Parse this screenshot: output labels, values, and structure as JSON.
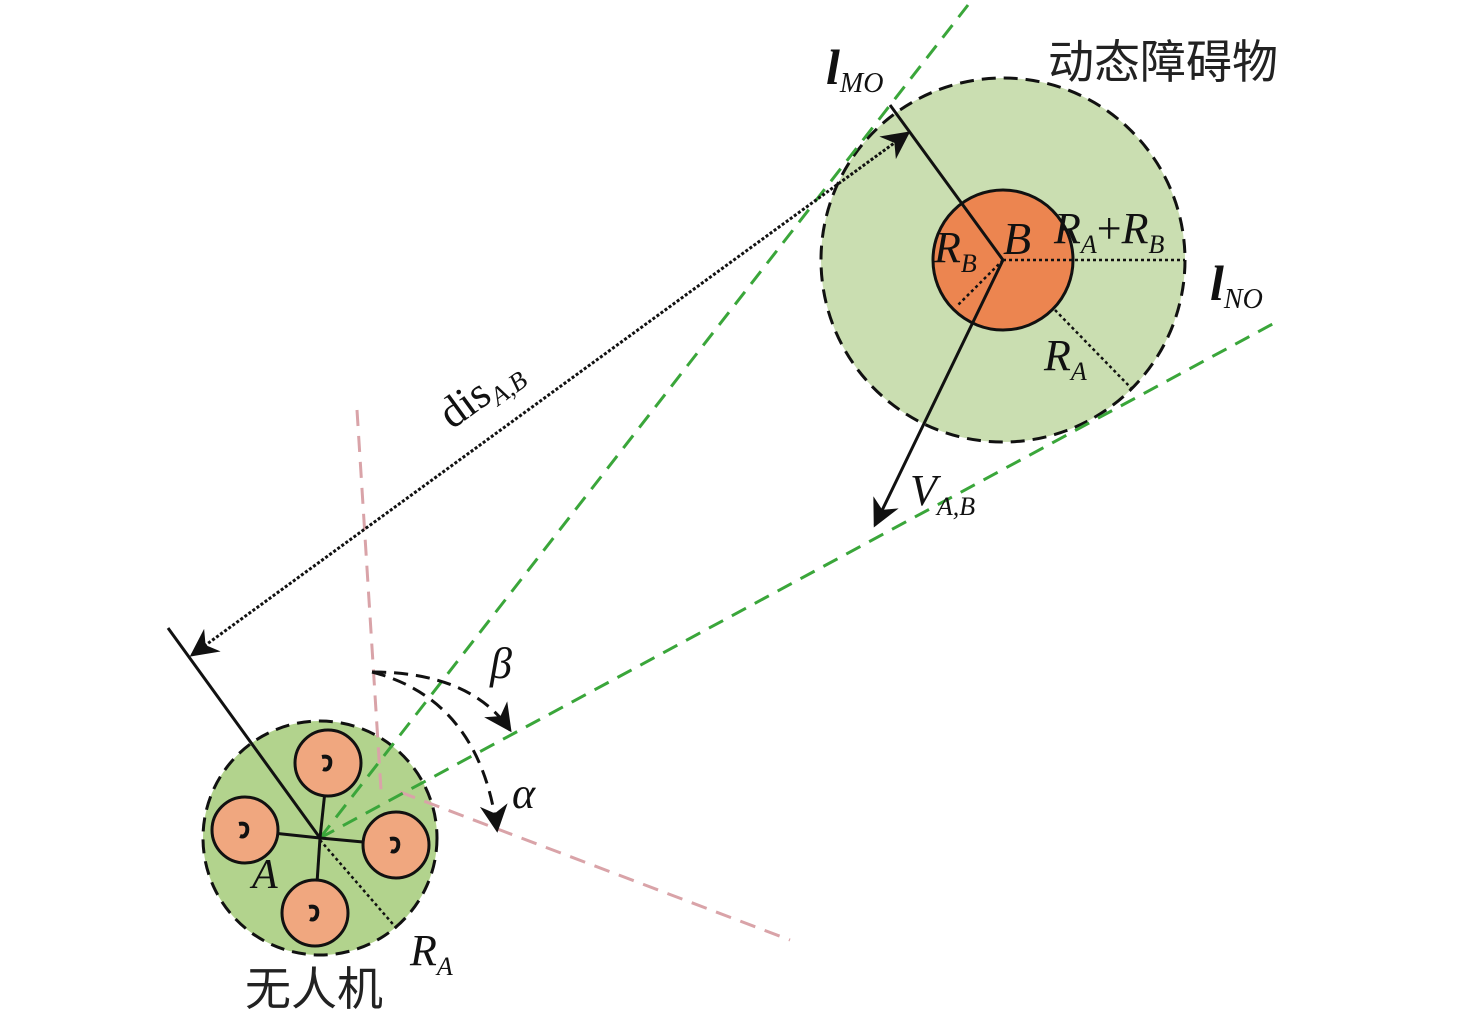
{
  "colors": {
    "obstacle_zone": "#cadeb1",
    "obstacle_core": "#ec8550",
    "uav_zone": "#b2d38d",
    "rotor": "#f0a77f",
    "tangent_line": "#3aa63a",
    "reference_line": "#d9a3a8"
  },
  "labels": {
    "obstacle_title": "动态障碍物",
    "uav_title": "无人机",
    "l_mo": {
      "main": "l",
      "sub": "MO"
    },
    "l_no": {
      "main": "l",
      "sub": "NO"
    },
    "dis": {
      "main": "dis",
      "sub": "A,B"
    },
    "v": {
      "main": "V",
      "sub": "A,B"
    },
    "point_b": "B",
    "point_a": "A",
    "rb": {
      "main": "R",
      "sub": "B"
    },
    "ra_plus_rb": {
      "r1": "R",
      "s1": "A",
      "plus": "+",
      "r2": "R",
      "s2": "B"
    },
    "ra_obstacle": {
      "main": "R",
      "sub": "A"
    },
    "ra_uav": {
      "main": "R",
      "sub": "A"
    },
    "beta": "β",
    "alpha": "α"
  }
}
